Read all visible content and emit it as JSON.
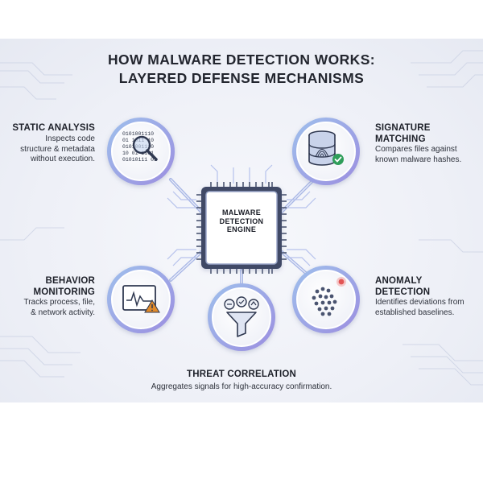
{
  "title": {
    "line1": "HOW MALWARE DETECTION WORKS:",
    "line2": "LAYERED DEFENSE MECHANISMS"
  },
  "engine": {
    "line1": "MALWARE",
    "line2": "DETECTION",
    "line3": "ENGINE"
  },
  "modules": {
    "static_analysis": {
      "title": "STATIC ANALYSIS",
      "desc1": "Inspects code",
      "desc2": "structure & metadata",
      "desc3": "without execution.",
      "icon": "magnifier-binary-icon",
      "icon_text": [
        "0101001110",
        "01 1011 10",
        "0101001110",
        "10 01 1101",
        "01010111 01"
      ]
    },
    "signature_matching": {
      "title1": "SIGNATURE",
      "title2": "MATCHING",
      "desc1": "Compares files against",
      "desc2": "known malware hashes.",
      "icon": "database-fingerprint-icon"
    },
    "behavior_monitoring": {
      "title1": "BEHAVIOR",
      "title2": "MONITORING",
      "desc1": "Tracks process, file,",
      "desc2": "& network activity.",
      "icon": "activity-warning-icon"
    },
    "anomaly_detection": {
      "title1": "ANOMALY",
      "title2": "DETECTION",
      "desc1": "Identifies deviations from",
      "desc2": "established baselines.",
      "icon": "scatter-outlier-icon"
    },
    "threat_correlation": {
      "title": "THREAT CORRELATION",
      "desc": "Aggregates signals for high-accuracy confirmation.",
      "icon": "funnel-signals-icon"
    }
  },
  "colors": {
    "accent_purple": "#8e84d9",
    "accent_blue": "#8fb2e6",
    "chip": "#3f4a66",
    "alert_red": "#e25555",
    "check_green": "#2f9e5a",
    "warning_orange": "#e08a2a"
  }
}
